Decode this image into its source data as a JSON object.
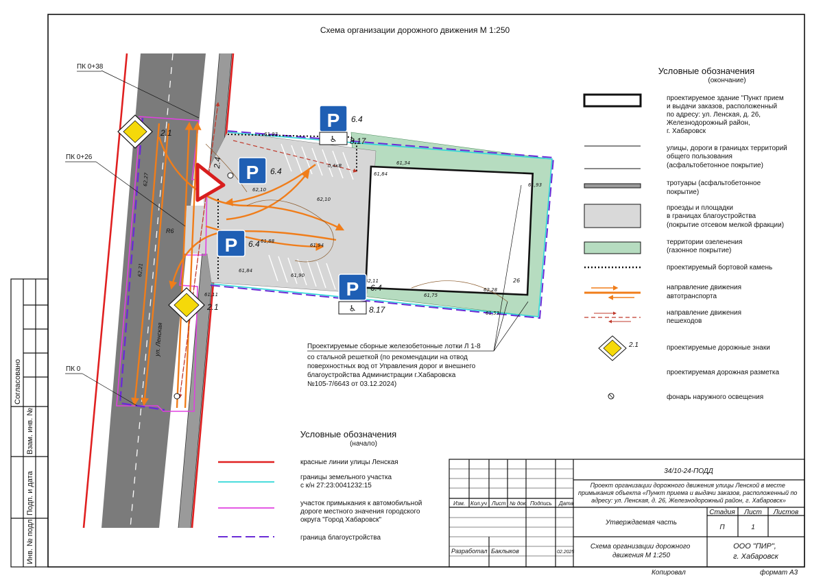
{
  "title": "Схема организации дорожного движения М 1:250",
  "plan": {
    "pk_labels": [
      "ПК 0+38",
      "ПК 0+26",
      "ПК 0"
    ],
    "street_name": "ул. Ленская",
    "radius_label": "R6",
    "sign_codes": {
      "priority_top": "2.1",
      "priority_bottom": "2.1",
      "yield": "2.4"
    },
    "parking_codes": [
      "6.4",
      "6.4",
      "6.4",
      "6.4"
    ],
    "disabled_codes": [
      "8.17",
      "8.17"
    ],
    "elevations": [
      "61,93",
      "62,10",
      "62,10",
      "61,84",
      "61,34",
      "61,88",
      "61,94",
      "61,84",
      "61,90",
      "62,11",
      "62,28",
      "61,75",
      "61,53",
      "62,27",
      "62,21",
      "61,93",
      "61,11"
    ],
    "building_number": "26",
    "cable_label": "0,4кВ",
    "lotki_note": [
      "Проектируемые сборные железобетонные лотки Л 1-8",
      "со стальной решеткой (по рекомендации на отвод",
      "поверхностных вод от Управления дорог и внешнего",
      "благоустройства Администрации г.Хабаровска",
      "№105-7/6643 от 03.12.2024)"
    ]
  },
  "legend_right": {
    "title": "Условные обозначения",
    "subtitle": "(окончание)",
    "items": [
      {
        "label": [
          "проектируемое здание \"Пункт прием",
          " и выдачи заказов, расположенный",
          "по адресу: ул. Ленская, д. 26,",
          "Железнодорожный район,",
          "г. Хабаровск"
        ]
      },
      {
        "label": [
          "улицы, дороги в границах территорий",
          "общего пользования",
          "(асфальтобетонное покрытие)"
        ]
      },
      {
        "label": [
          "тротуары (асфальтобетонное",
          "покрытие)"
        ]
      },
      {
        "label": [
          "проезды и площадки",
          "в границах благоустройства",
          "(покрытие отсевом мелкой фракции)"
        ]
      },
      {
        "label": [
          "территории озеленения",
          "(газонное покрытие)"
        ]
      },
      {
        "label": [
          "проектируемый бортовой камень"
        ]
      },
      {
        "label": [
          "направление движения",
          "автотранспорта"
        ]
      },
      {
        "label": [
          "направление движения",
          "пешеходов"
        ]
      },
      {
        "label": [
          "проектируемые дорожные знаки"
        ],
        "code": "2.1"
      },
      {
        "label": [
          "проектируемая дорожная разметка"
        ]
      },
      {
        "label": [
          "фонарь наружного освещения"
        ]
      }
    ]
  },
  "legend_left": {
    "title": "Условные обозначения",
    "subtitle": "(начало)",
    "items": [
      {
        "label": [
          "красные линии улицы Ленская"
        ]
      },
      {
        "label": [
          "границы земельного участка",
          "с к/н 27:23:0041232:15"
        ]
      },
      {
        "label": [
          "участок примыкания к автомобильной",
          "дороге местного значения городского",
          "округа \"Город Хабаровск\""
        ]
      },
      {
        "label": [
          "граница благоустройства"
        ]
      }
    ]
  },
  "side_stamp": [
    "Согласовано",
    "Взам. инв. №",
    "Подп. и дата",
    "Инв. № подл."
  ],
  "stamp": {
    "code": "34/10-24-ПОДД",
    "project": [
      "Проект организации дорожного движения улицы Ленской в месте",
      "примыкания объекта «Пункт приема и выдачи заказов, расположенный по",
      "адресу: ул. Ленская, д. 26, Железнодорожный район, г. Хабаровск»"
    ],
    "col_headers": [
      "Изм.",
      "Кол.уч",
      "Лист",
      "№ док.",
      "Подпись",
      "Дата"
    ],
    "part": "Утверждаемая часть",
    "stage_headers": [
      "Стадия",
      "Лист",
      "Листов"
    ],
    "stage_values": [
      "П",
      "1",
      ""
    ],
    "dev_role": "Разработал",
    "dev_name": "Баклыков",
    "dev_date": "02.2025",
    "sheet_title": [
      "Схема организации дорожного",
      "движения М 1:250"
    ],
    "org": [
      "ООО \"ПИР\",",
      "г. Хабаровск"
    ],
    "copied": "Копировал",
    "format": "формат А3"
  }
}
